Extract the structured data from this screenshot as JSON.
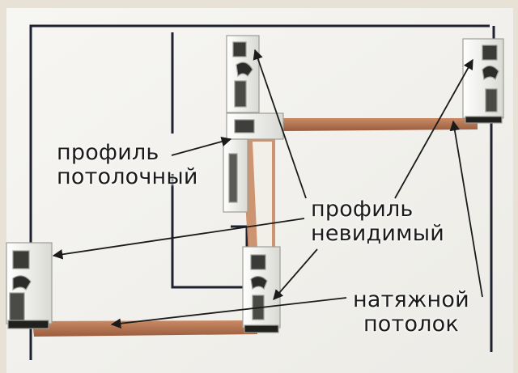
{
  "labels": {
    "ceiling_profile": [
      "профиль",
      "потолочный"
    ],
    "invisible_profile": [
      "профиль",
      "невидимый"
    ],
    "stretch_ceiling": [
      "натяжной",
      "потолок"
    ]
  },
  "colors": {
    "board": "#f4f2ee",
    "frame": "#e6e0d4",
    "ink_line": "#1e2230",
    "film": "#b5714e",
    "profile_plastic": "#f1f1ee",
    "arrow": "#1b1b1b"
  }
}
